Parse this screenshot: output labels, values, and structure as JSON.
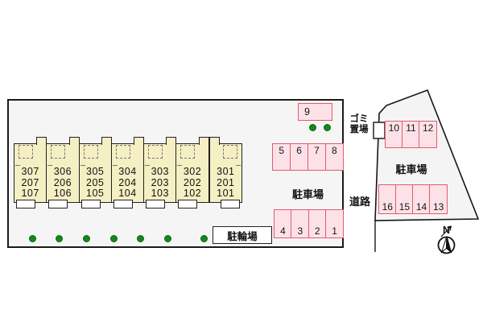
{
  "site_plan": {
    "building": {
      "units": [
        {
          "rooms": [
            "307",
            "207",
            "107"
          ]
        },
        {
          "rooms": [
            "306",
            "206",
            "106"
          ]
        },
        {
          "rooms": [
            "305",
            "205",
            "105"
          ]
        },
        {
          "rooms": [
            "304",
            "204",
            "104"
          ]
        },
        {
          "rooms": [
            "303",
            "203",
            "103"
          ]
        },
        {
          "rooms": [
            "302",
            "202",
            "102"
          ]
        },
        {
          "rooms": [
            "301",
            "201",
            "101"
          ]
        }
      ]
    },
    "main_parking": {
      "label": "駐車場",
      "space_9": "9",
      "upper_row": [
        "5",
        "6",
        "7",
        "8"
      ],
      "lower_row": [
        "4",
        "3",
        "2",
        "1"
      ]
    },
    "right_parking": {
      "label": "駐車場",
      "upper_row": [
        "10",
        "11",
        "12"
      ],
      "lower_row": [
        "16",
        "15",
        "14",
        "13"
      ]
    },
    "bicycle_parking_label": "駐輪場",
    "garbage_label_line1": "ゴミ",
    "garbage_label_line2": "置場",
    "road_label": "道路",
    "compass_label": "N",
    "colors": {
      "building_fill": "#f5efc4",
      "parking_fill": "#fce2e8",
      "parking_border": "#e25a6e",
      "site_fill": "#f5f5f5",
      "parcel_fill": "#f4f4f4",
      "tree_green": "#12891a",
      "outline": "#1a1a1a"
    }
  }
}
